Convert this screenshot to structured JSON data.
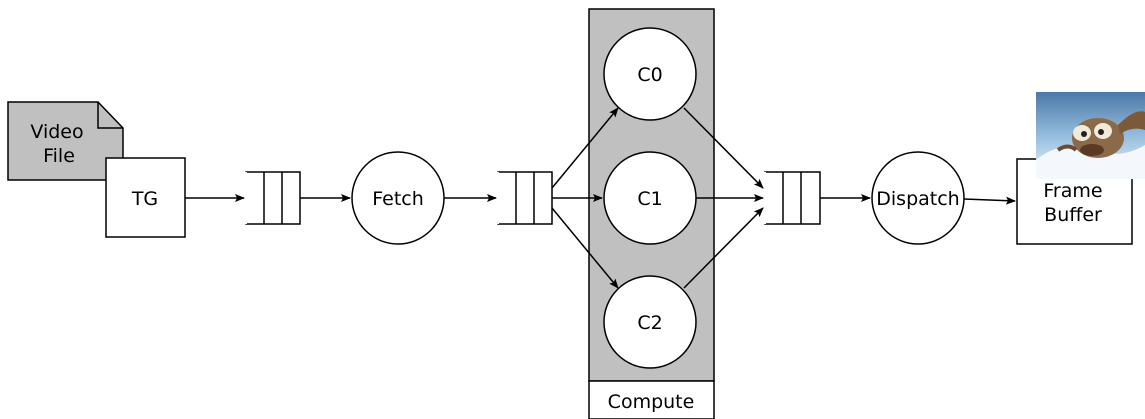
{
  "nodes": {
    "video_file": {
      "line1": "Video",
      "line2": "File"
    },
    "tg": "TG",
    "fetch": "Fetch",
    "c0": "C0",
    "c1": "C1",
    "c2": "C2",
    "compute": "Compute",
    "dispatch": "Dispatch",
    "frame_buffer": {
      "line1": "Frame",
      "line2": "Buffer"
    }
  },
  "colors": {
    "compute_fill": "#c0c0c0",
    "video_file_fill": "#c0c0c0",
    "stroke": "#000000"
  },
  "icons": {
    "frame_thumbnail": "cartoon-squirrel-frame-thumbnail"
  }
}
